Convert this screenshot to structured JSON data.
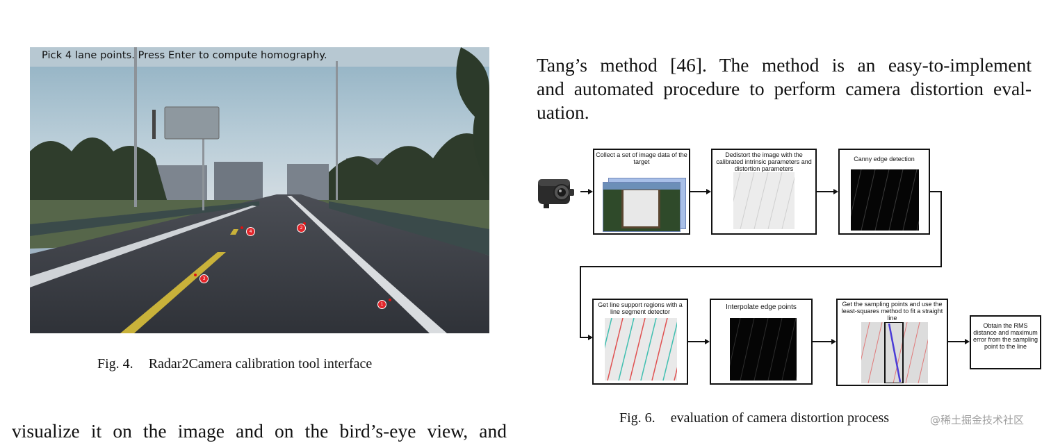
{
  "fig4": {
    "ui_prompt": "Pick 4 lane points. Press Enter to compute homography.",
    "points": [
      {
        "label": "1"
      },
      {
        "label": "2"
      },
      {
        "label": "3"
      },
      {
        "label": "4"
      }
    ],
    "caption_label": "Fig. 4.",
    "caption_text": "Radar2Camera calibration tool interface"
  },
  "paragraph_right": {
    "line1": "Tang’s method [46]. The method is an easy-to-implement",
    "line2": "and automated procedure to perform camera distortion eval-",
    "line3": "uation."
  },
  "paragraph_bottom": {
    "line1": "visualize it on the image and on the bird’s-eye view, and"
  },
  "fig6": {
    "steps": {
      "collect": "Collect a set of image data of the target",
      "dedistort": "Dedistort the image with the calibrated intrinsic parameters and distortion parameters",
      "canny": "Canny edge detection",
      "line_support": "Get line support regions with a line segment detector",
      "interpolate": "Interpolate edge points",
      "sampling": "Get the sampling points and use the least-squares method to fit a straight line",
      "rms": "Obtain the RMS distance and maximum error from the sampling point to the line"
    },
    "caption_label": "Fig. 6.",
    "caption_text": "evaluation of camera distortion process"
  },
  "watermark": "@稀土掘金技术社区",
  "colors": {
    "point_red": "#e3262b",
    "lane_yellow": "#c9b23a",
    "edge_red": "#e05050",
    "edge_cyan": "#3fbfb0",
    "fit_line": "#4a3bd6"
  }
}
